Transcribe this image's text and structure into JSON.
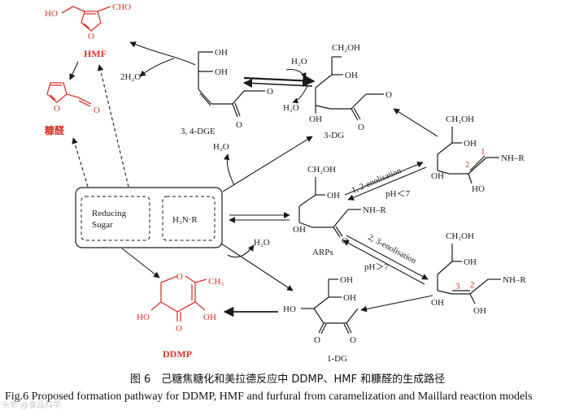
{
  "figure": {
    "caption_cn": "图 6　己糖焦糖化和美拉德反应中 DDMP、HMF 和糠醛的生成路径",
    "caption_en": "Fig.6   Proposed formation pathway for DDMP, HMF and furfural from caramelization and Maillard reaction models",
    "watermark": "头条 @食品科学"
  },
  "colors": {
    "highlight": "#d9342b",
    "ink": "#1a1a1a",
    "numbers": "#d9342b"
  },
  "compounds": {
    "hmf": "HMF",
    "furfural": "糠醛",
    "ddmp": "DDMP",
    "dge": "3, 4-DGE",
    "dg3": "3-DG",
    "arps": "ARPs",
    "dg1": "1-DG"
  },
  "box": {
    "reducing_sugar": "Reducing\nSugar",
    "amine": "H₃N·R"
  },
  "atoms": {
    "oh": "OH",
    "ho": "HO",
    "ch2oh": "CH₂OH",
    "h2o": "H₂O",
    "two_h2o": "2H₂O",
    "o": "O",
    "cho": "CHO",
    "ch3": "CH₃",
    "nhr": "NH–R"
  },
  "pathways": {
    "enol12": "1, 2-enolisation",
    "ph_lt": "pH＜7",
    "enol23": "2, 3-enolisation",
    "ph_gt": "pH＞7"
  },
  "numbers": {
    "n1": "1",
    "n2": "2",
    "n3": "3"
  }
}
